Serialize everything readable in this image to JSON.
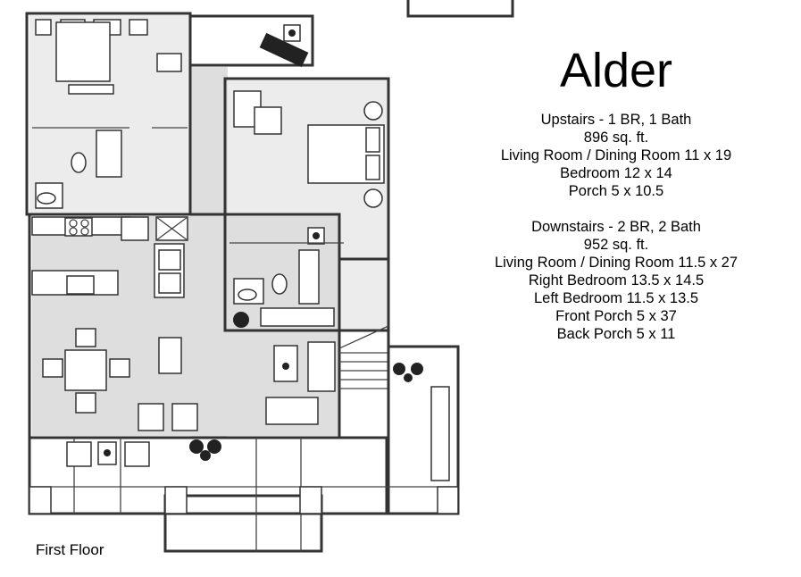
{
  "plan": {
    "name": "Alder",
    "caption": "First Floor",
    "upstairs": {
      "heading": "Upstairs - 1 BR, 1 Bath",
      "area": "896 sq. ft.",
      "rooms": [
        "Living  Room / Dining Room 11 x 19",
        "Bedroom 12 x 14",
        "Porch 5 x 10.5"
      ]
    },
    "downstairs": {
      "heading": "Downstairs - 2 BR, 2 Bath",
      "area": "952 sq. ft.",
      "rooms": [
        "Living  Room / Dining Room 11.5 x 27",
        "Right Bedroom 13.5 x 14.5",
        "Left Bedroom 11.5 x 13.5",
        "Front Porch 5 x 37",
        "Back Porch 5 x 11"
      ]
    }
  }
}
